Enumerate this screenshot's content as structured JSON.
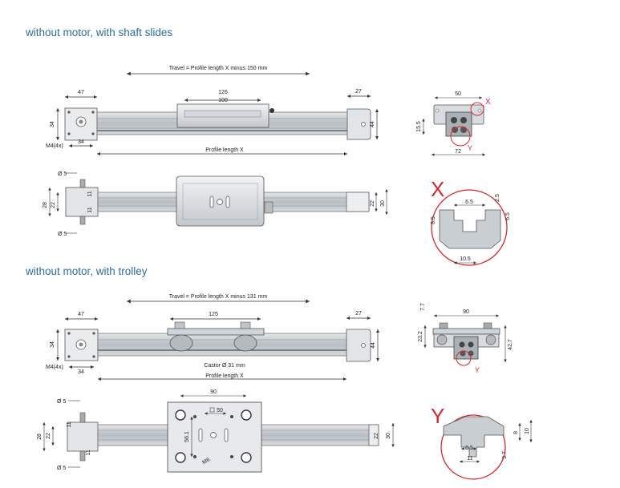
{
  "colors": {
    "heading": "#2f6f9f",
    "highlight_red": "#d8282e",
    "dimension_line": "#333333",
    "profile_fill": "#c9ced3",
    "profile_dark": "#8e959c"
  },
  "section1": {
    "heading": "without motor, with shaft slides",
    "travel_label": "Travel = Profile length X minus 150 mm",
    "profile_length_label": "Profile length X",
    "dims": {
      "left_plate_width": "47",
      "slide_outer": "126",
      "slide_inner": "100",
      "right_end": "27",
      "height": "44",
      "plate_height": "34",
      "hole_offset": "34",
      "mount_holes": "M4(4x)",
      "shaft_diameter": "Ø 5",
      "shaft_dim_a": "11",
      "shaft_dim_b": "11",
      "side_height_outer": "28",
      "side_height_inner": "22",
      "end_height_a": "22",
      "end_height_b": "30"
    },
    "cross_section": {
      "top_width": "50",
      "height": "15.5",
      "bottom_width": "72",
      "marker_x": "X",
      "marker_y": "Y"
    },
    "detail_x": {
      "letter": "X",
      "slot_width": "6.5",
      "depth_a": "2.5",
      "depth_b": "6.5",
      "height": "8.5",
      "bottom_width": "10.5"
    }
  },
  "section2": {
    "heading": "without motor, with trolley",
    "travel_label": "Travel = Profile length X minus 131 mm",
    "profile_length_label": "Profile length X",
    "castor_label": "Castor   Ø 31 mm",
    "dims": {
      "left_plate_width": "47",
      "trolley_length": "125",
      "right_end": "27",
      "height": "44",
      "plate_height": "34",
      "hole_offset": "34",
      "mount_holes": "M4(4x)",
      "shaft_diameter": "Ø 5",
      "shaft_dim_a": "11",
      "shaft_dim_b": "11",
      "side_height_outer": "28",
      "side_height_inner": "22",
      "end_height_a": "22",
      "end_height_b": "30",
      "plate_width": "90",
      "plate_slot": "50",
      "plate_height_dim": "56.1",
      "thread_label": "M6"
    },
    "cross_section": {
      "top_offset": "7.7",
      "top_width": "90",
      "left_height": "23.2",
      "right_height": "42.7",
      "marker_y": "Y"
    },
    "detail_y": {
      "letter": "Y",
      "width_top": "6.5",
      "width_bottom": "11",
      "height_a": "8",
      "height_b": "10",
      "height_c": "3.7"
    }
  }
}
